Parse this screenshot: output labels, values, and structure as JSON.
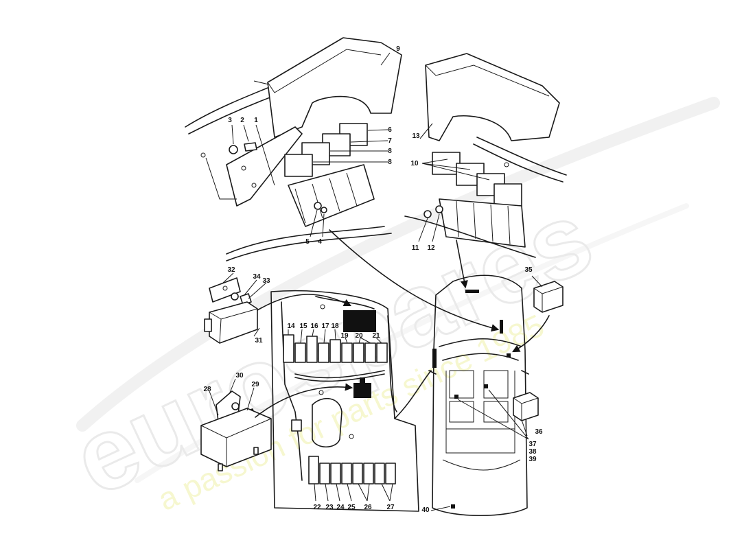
{
  "diagram": {
    "callouts": [
      "1",
      "2",
      "3",
      "4",
      "5",
      "6",
      "7",
      "8",
      "8",
      "9",
      "10",
      "11",
      "12",
      "13",
      "14",
      "15",
      "16",
      "17",
      "18",
      "19",
      "20",
      "21",
      "22",
      "23",
      "24",
      "25",
      "26",
      "27",
      "28",
      "29",
      "30",
      "31",
      "32",
      "33",
      "34",
      "35",
      "36",
      "37",
      "38",
      "39",
      "40"
    ]
  },
  "watermark": {
    "brand": "eurospares",
    "tagline": "a passion for parts since 1985"
  }
}
